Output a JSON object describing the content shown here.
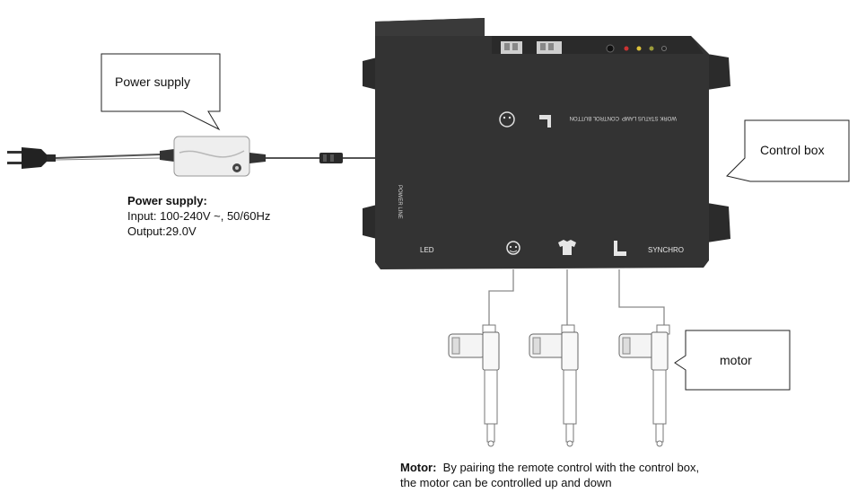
{
  "callouts": {
    "power_supply": "Power supply",
    "control_box": "Control box",
    "motor": "motor"
  },
  "power_info": {
    "title": "Power supply:",
    "input": "Input: 100-240V ~, 50/60Hz",
    "output": "Output:29.0V"
  },
  "motor_info": {
    "label": "Motor:",
    "line1": "By pairing the remote control with the control box,",
    "line2": "the motor can be controlled up and down"
  },
  "control_box": {
    "power_line_label": "POWER LINE",
    "led_label": "LED",
    "synchro_label": "SYNCHRO",
    "control_button_label": "CONTROL BUTTON",
    "work_status_label": "WORK STATUS LAMP"
  },
  "icons": [
    "head-port-icon",
    "back-port-icon",
    "foot-port-icon"
  ]
}
